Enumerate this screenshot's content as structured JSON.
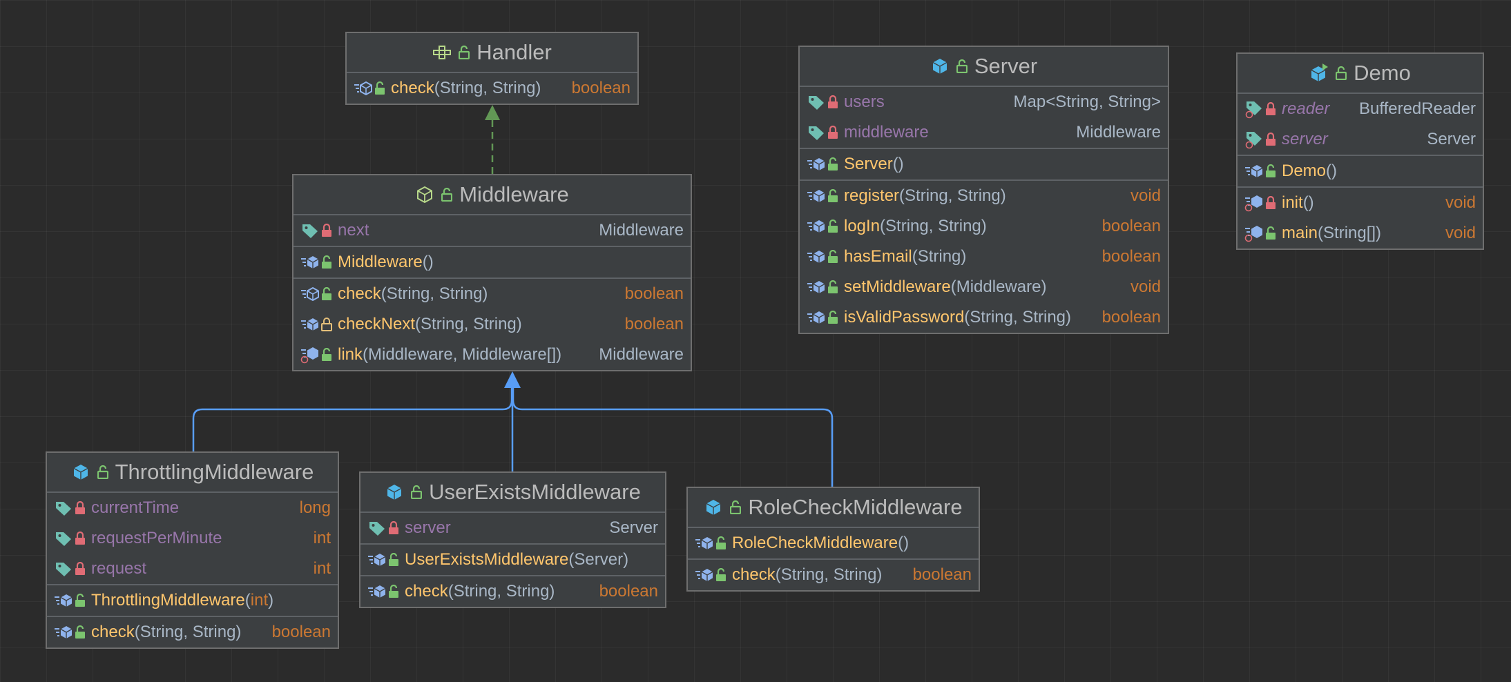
{
  "colors": {
    "background": "#2b2b2b",
    "class_fill": "#3c3f41",
    "border": "#6e6e6e",
    "field_name": "#9876aa",
    "method_name": "#ffc66d",
    "return_type": "#cc7832",
    "text": "#a9b7c6",
    "inheritance_arrow": "#589df6",
    "implements_arrow": "#629755"
  },
  "classes": {
    "handler": {
      "name": "Handler",
      "kind_icon": "interface-icon",
      "methods": [
        {
          "name": "check",
          "params": "(String, String)",
          "type": "boolean"
        }
      ]
    },
    "middleware": {
      "name": "Middleware",
      "kind_icon": "abstract-class-icon",
      "fields": [
        {
          "name": "next",
          "type": "Middleware"
        }
      ],
      "constructors": [
        {
          "name": "Middleware",
          "params": "()"
        }
      ],
      "methods": [
        {
          "name": "check",
          "params": "(String, String)",
          "type": "boolean"
        },
        {
          "name": "checkNext",
          "params": "(String, String)",
          "type": "boolean"
        },
        {
          "name": "link",
          "params": "(Middleware, Middleware[])",
          "type": "Middleware"
        }
      ]
    },
    "server": {
      "name": "Server",
      "kind_icon": "class-icon",
      "fields": [
        {
          "name": "users",
          "type": "Map<String, String>"
        },
        {
          "name": "middleware",
          "type": "Middleware"
        }
      ],
      "constructors": [
        {
          "name": "Server",
          "params": "()"
        }
      ],
      "methods": [
        {
          "name": "register",
          "params": "(String, String)",
          "type": "void"
        },
        {
          "name": "logIn",
          "params": "(String, String)",
          "type": "boolean"
        },
        {
          "name": "hasEmail",
          "params": "(String)",
          "type": "boolean"
        },
        {
          "name": "setMiddleware",
          "params": "(Middleware)",
          "type": "void"
        },
        {
          "name": "isValidPassword",
          "params": "(String, String)",
          "type": "boolean"
        }
      ]
    },
    "demo": {
      "name": "Demo",
      "kind_icon": "runnable-class-icon",
      "fields": [
        {
          "name": "reader",
          "type": "BufferedReader"
        },
        {
          "name": "server",
          "type": "Server"
        }
      ],
      "constructors": [
        {
          "name": "Demo",
          "params": "()"
        }
      ],
      "methods": [
        {
          "name": "init",
          "params": "()",
          "type": "void"
        },
        {
          "name": "main",
          "params": "(String[])",
          "type": "void"
        }
      ]
    },
    "throttling": {
      "name": "ThrottlingMiddleware",
      "kind_icon": "class-icon",
      "fields": [
        {
          "name": "currentTime",
          "type": "long"
        },
        {
          "name": "requestPerMinute",
          "type": "int"
        },
        {
          "name": "request",
          "type": "int"
        }
      ],
      "constructors": [
        {
          "name": "ThrottlingMiddleware",
          "params_open": "(",
          "param_kw": "int",
          "params_close": ")"
        }
      ],
      "methods": [
        {
          "name": "check",
          "params": "(String, String)",
          "type": "boolean"
        }
      ]
    },
    "userexists": {
      "name": "UserExistsMiddleware",
      "kind_icon": "class-icon",
      "fields": [
        {
          "name": "server",
          "type": "Server"
        }
      ],
      "constructors": [
        {
          "name": "UserExistsMiddleware",
          "params": "(Server)"
        }
      ],
      "methods": [
        {
          "name": "check",
          "params": "(String, String)",
          "type": "boolean"
        }
      ]
    },
    "rolecheck": {
      "name": "RoleCheckMiddleware",
      "kind_icon": "class-icon",
      "constructors": [
        {
          "name": "RoleCheckMiddleware",
          "params": "()"
        }
      ],
      "methods": [
        {
          "name": "check",
          "params": "(String, String)",
          "type": "boolean"
        }
      ]
    }
  }
}
